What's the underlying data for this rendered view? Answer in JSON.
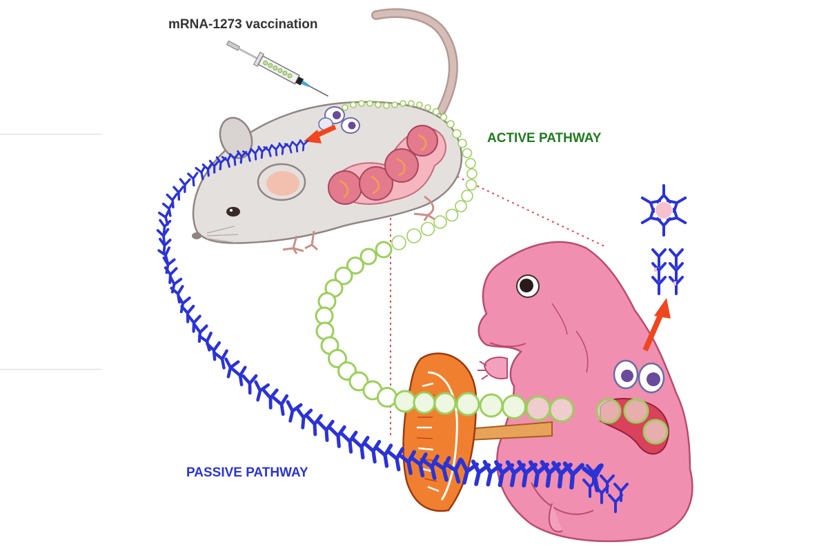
{
  "labels": {
    "vaccination": "mRNA-1273 vaccination",
    "active_pathway": "ACTIVE PATHWAY",
    "passive_pathway": "PASSIVE PATHWAY"
  },
  "colors": {
    "active": "#1e7a1e",
    "passive": "#2b33d6",
    "antibody": "#2b33d6",
    "mouse_body": "#e4e0de",
    "embryo": "#f08fb0",
    "placenta": "#e8781e",
    "cell_ring": "#9bcf5a",
    "arrow": "#f0461e",
    "dotted_line": "#e64a4a"
  }
}
